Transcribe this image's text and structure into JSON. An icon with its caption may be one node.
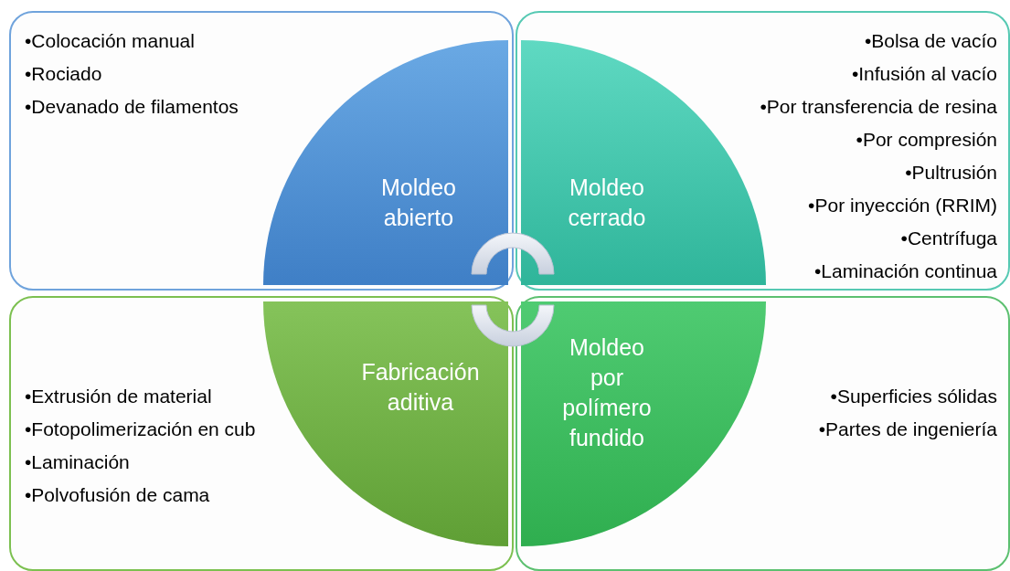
{
  "diagram": {
    "nodes": [
      {
        "text": [
          "•Colocación manual",
          "•Rociado",
          "•Devanado de filamentos"
        ]
      },
      {
        "text": [
          "•Bolsa de vacío",
          "•Infusión al vacío",
          "•Por transferencia de resina",
          "•Por compresión",
          "•Pultrusión",
          "•Por inyección (RRIM)",
          "•Centrífuga",
          "•Laminación continua"
        ]
      },
      {
        "text": [
          "•Extrusión de material",
          "•Fotopolimerización en cub",
          "•Laminación",
          "•Polvofusión de cama"
        ]
      },
      {
        "text": [
          "•Superficies sólidas",
          "•Partes de ingeniería"
        ]
      },
      {
        "text": [
          "Moldeo abierto"
        ],
        "in": 0
      },
      {
        "text": [
          "Moldeo cerrado"
        ],
        "in": 1
      },
      {
        "text": [
          "Fabricación aditiva"
        ],
        "in": 2
      },
      {
        "text": [
          "Moldeo por polímero fundido"
        ],
        "in": 3
      }
    ]
  }
}
